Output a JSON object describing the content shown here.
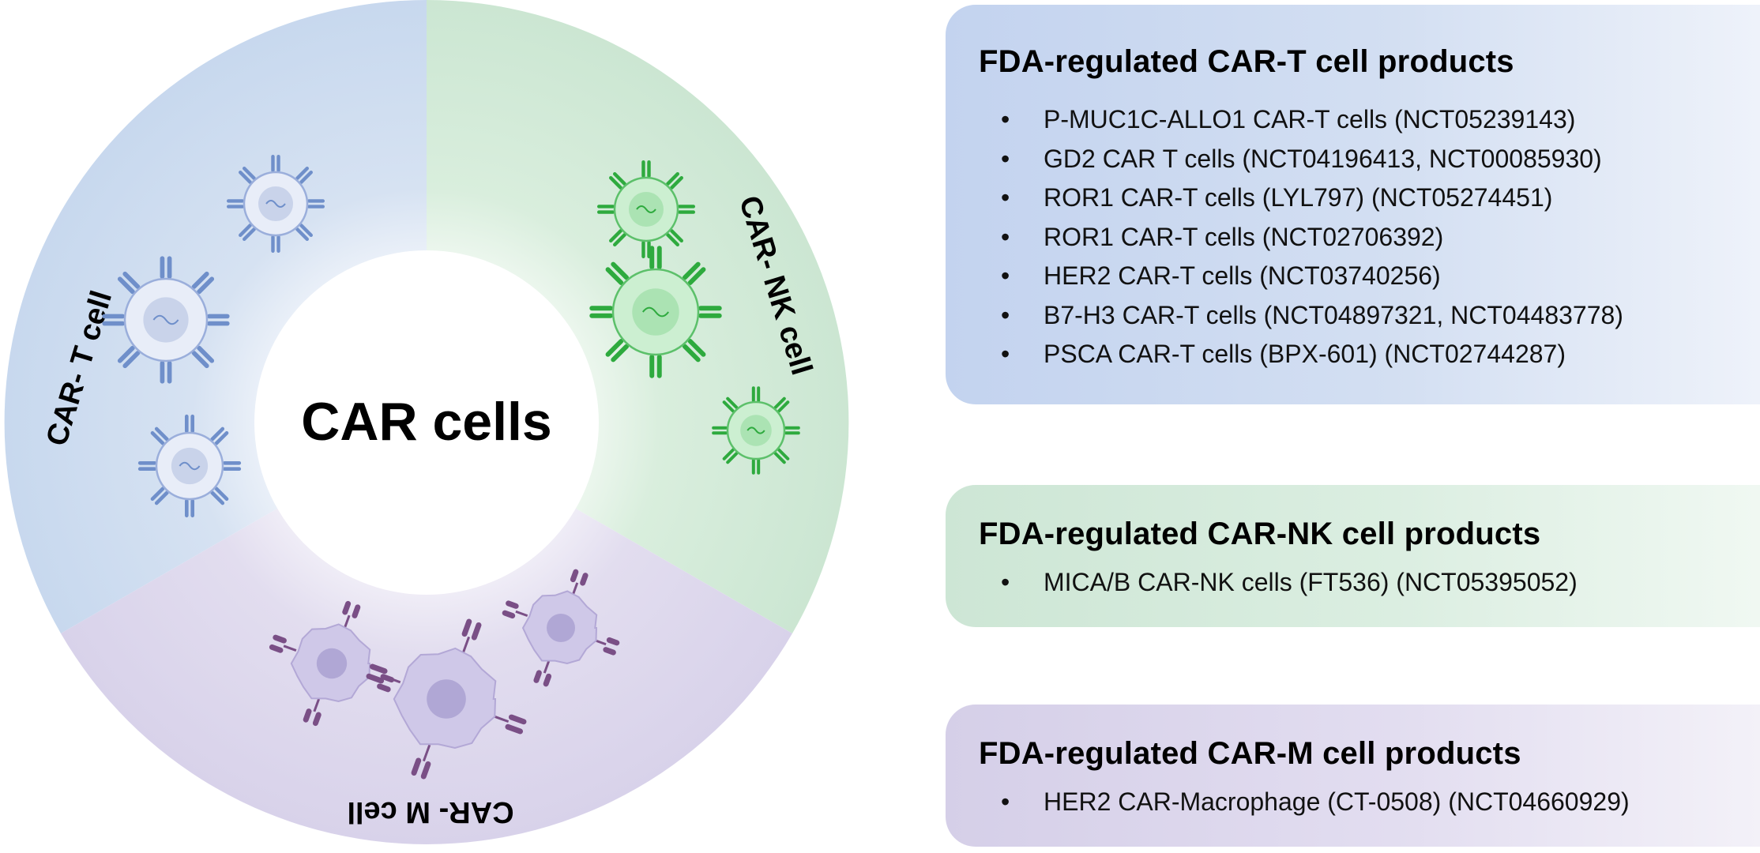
{
  "center_label": "CAR cells",
  "segments": {
    "t": {
      "label": "CAR- T cell",
      "color": "#6f8fca"
    },
    "nk": {
      "label": "CAR- NK cell",
      "color": "#2eaa3e"
    },
    "m": {
      "label": "CAR- M cell",
      "color": "#7a4f86"
    }
  },
  "panels": {
    "t": {
      "title": "FDA-regulated CAR-T cell products",
      "items": [
        "P-MUC1C-ALLO1 CAR-T cells (NCT05239143)",
        "GD2 CAR T cells (NCT04196413, NCT00085930)",
        "ROR1 CAR-T cells (LYL797) (NCT05274451)",
        "ROR1 CAR-T cells (NCT02706392)",
        "HER2 CAR-T cells (NCT03740256)",
        "B7-H3 CAR-T cells (NCT04897321, NCT04483778)",
        "PSCA CAR-T cells (BPX-601) (NCT02744287)"
      ]
    },
    "nk": {
      "title": "FDA-regulated CAR-NK cell products",
      "items": [
        "MICA/B CAR-NK cells (FT536) (NCT05395052)"
      ]
    },
    "m": {
      "title": "FDA-regulated CAR-M cell products",
      "items": [
        "HER2 CAR-Macrophage (CT-0508) (NCT04660929)"
      ]
    }
  }
}
